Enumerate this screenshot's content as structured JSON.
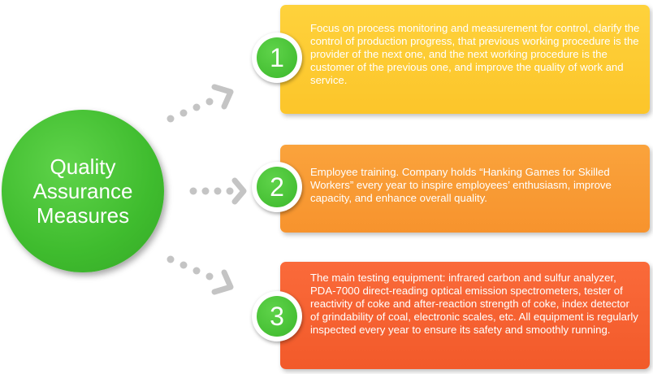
{
  "hub": {
    "title": "Quality\nAssurance\nMeasures"
  },
  "items": [
    {
      "number": "1",
      "text": "Focus on process monitoring and measurement for control, clarify the control of production progress, that previous working procedure is the provider of the next one, and the next working procedure is the customer of the previous one, and improve the quality of work and service."
    },
    {
      "number": "2",
      "text": "Employee training. Company holds “Hanking Games for Skilled Workers” every year to inspire employees’ enthusiasm, improve capacity, and enhance overall quality."
    },
    {
      "number": "3",
      "text": "The main testing equipment: infrared carbon and sulfur analyzer, PDA-7000 direct-reading optical emission spectrometers, tester of reactivity of coke and after-reaction strength of coke, index detector of grindability of coal, electronic scales, etc. All equipment is regularly inspected every year to ensure its safety and smoothly running."
    }
  ],
  "colors": {
    "hub": "#3fbc2e",
    "badge": "#3cb82b",
    "card_1": "#fcc52a",
    "card_2": "#f7932d",
    "card_3": "#f25a2a",
    "connector": "#c4c4c4"
  },
  "icons": {
    "connector": "dotted-chevron-arrow"
  }
}
